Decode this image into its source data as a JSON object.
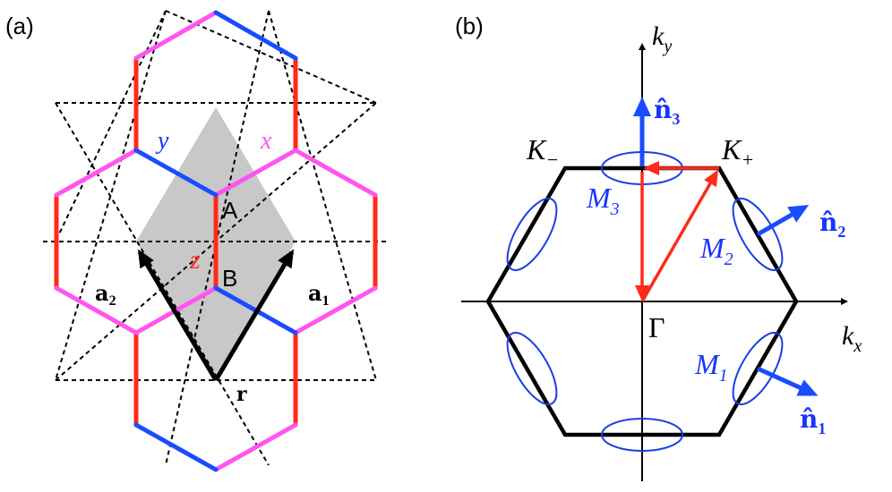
{
  "panel_a": {
    "label": "(a)",
    "bond_x": "x",
    "bond_y": "y",
    "bond_z": "z",
    "site_A": "A",
    "site_B": "B",
    "vec_a1": "a",
    "vec_a1_sub": "1",
    "vec_a2": "a",
    "vec_a2_sub": "2",
    "vec_r": "r"
  },
  "panel_b": {
    "label": "(b)",
    "axis_kx": "k",
    "axis_kx_sub": "x",
    "axis_ky": "k",
    "axis_ky_sub": "y",
    "K_minus": "K",
    "K_minus_sub": "−",
    "K_plus": "K",
    "K_plus_sub": "+",
    "Gamma": "Γ",
    "M1": "M",
    "M1_sub": "1",
    "M2": "M",
    "M2_sub": "2",
    "M3": "M",
    "M3_sub": "3",
    "n1": "n̂",
    "n1_sub": "1",
    "n2": "n̂",
    "n2_sub": "2",
    "n3": "n̂",
    "n3_sub": "3"
  },
  "colors": {
    "x_bond": "#ff55ee",
    "y_bond": "#1a4cff",
    "z_bond": "#ff2a1a",
    "shade": "#c8c8c8",
    "label_blue": "#1a33ff",
    "arrow_blue": "#1a4cff",
    "arrow_red": "#ff2a1a"
  }
}
